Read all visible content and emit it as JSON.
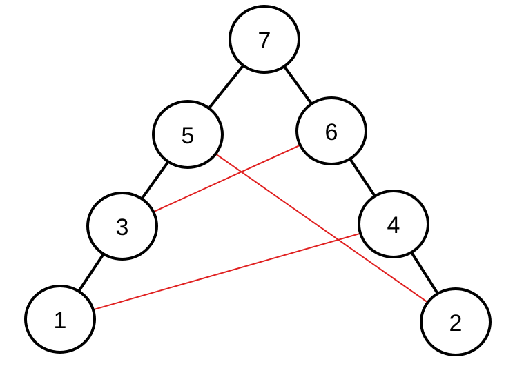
{
  "nodes": [
    {
      "id": "7",
      "label": "7"
    },
    {
      "id": "5",
      "label": "5"
    },
    {
      "id": "6",
      "label": "6"
    },
    {
      "id": "3",
      "label": "3"
    },
    {
      "id": "4",
      "label": "4"
    },
    {
      "id": "1",
      "label": "1"
    },
    {
      "id": "2",
      "label": "2"
    }
  ],
  "tree_edges": [
    [
      "7",
      "5"
    ],
    [
      "7",
      "6"
    ],
    [
      "5",
      "3"
    ],
    [
      "6",
      "4"
    ],
    [
      "3",
      "1"
    ],
    [
      "4",
      "2"
    ]
  ],
  "cross_edges": [
    [
      "6",
      "3"
    ],
    [
      "5",
      "2"
    ],
    [
      "4",
      "1"
    ]
  ],
  "colors": {
    "tree_edge": "#000000",
    "cross_edge": "#e02020"
  }
}
